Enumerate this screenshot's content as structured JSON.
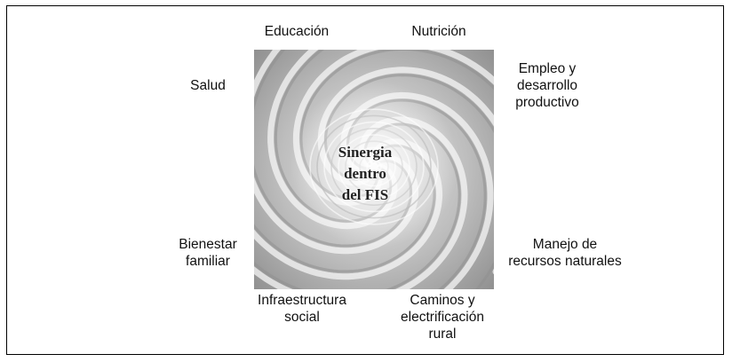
{
  "diagram": {
    "center_title": "Sinergia\ndentro\ndel FIS",
    "labels": {
      "educacion": "Educación",
      "nutricion": "Nutrición",
      "salud": "Salud",
      "empleo": "Empleo y\ndesarrollo\nproductivo",
      "bienestar": "Bienestar\nfamiliar",
      "manejo": "Manejo de\nrecursos naturales",
      "infraestructura": "Infraestructura\nsocial",
      "caminos": "Caminos y\nelectrificación\nrural"
    },
    "colors": {
      "swirl_dark": "#8c8c8c",
      "swirl_light": "#f4f4f4",
      "border": "#000000",
      "text": "#111111"
    }
  }
}
